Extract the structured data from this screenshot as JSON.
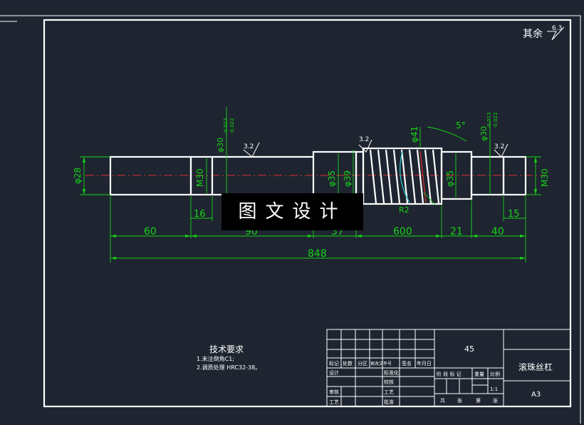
{
  "roughness_note": {
    "prefix": "其余",
    "value": "6.3"
  },
  "dimensions": {
    "d28": "φ28",
    "m30_left": "M30",
    "m30_right": "M30",
    "d30_left": "φ30",
    "d30_left_tol_top": "-0.013",
    "d30_left_tol_bot": "-0.022",
    "d30_right": "φ30",
    "d30_right_tol_top": "-0.013",
    "d30_right_tol_bot": "-0.022",
    "d35_left": "φ35",
    "d39": "φ39",
    "d41": "φ41",
    "d35_right": "φ35",
    "angle": "5°",
    "radius": "R2",
    "r32_1": "3.2",
    "r32_2": "3.2",
    "r32_3": "3.2",
    "len_16": "16",
    "len_15": "15",
    "len_60": "60",
    "len_90": "90",
    "len_37": "37",
    "len_600": "600",
    "len_21": "21",
    "len_40": "40",
    "len_848": "848"
  },
  "banner": "图文设计",
  "tech_requirements": {
    "title": "技术要求",
    "item1": "1.未注倒角C1;",
    "item2": "2.调质处理 HRC32-38。"
  },
  "title_block": {
    "material": "45",
    "part_name": "滚珠丝杠",
    "sheet_size": "A3",
    "scale": "1:1",
    "h_mark": "标记",
    "h_count": "处数",
    "h_zone": "分区",
    "h_docno": "更改文件号",
    "h_sign": "签名",
    "h_date": "年月日",
    "r_design": "设计",
    "r_standard": "标准化",
    "r_proof": "校核",
    "r_process_check": "工艺",
    "r_review": "审核",
    "r_approve": "批准",
    "r_craft": "工艺",
    "stage_label": "阶 段 标 记",
    "weight_label": "重量",
    "scale_label": "比例",
    "total_label": "共",
    "sheets_label": "张",
    "page_label": "第",
    "page_sheets_label": "张"
  }
}
